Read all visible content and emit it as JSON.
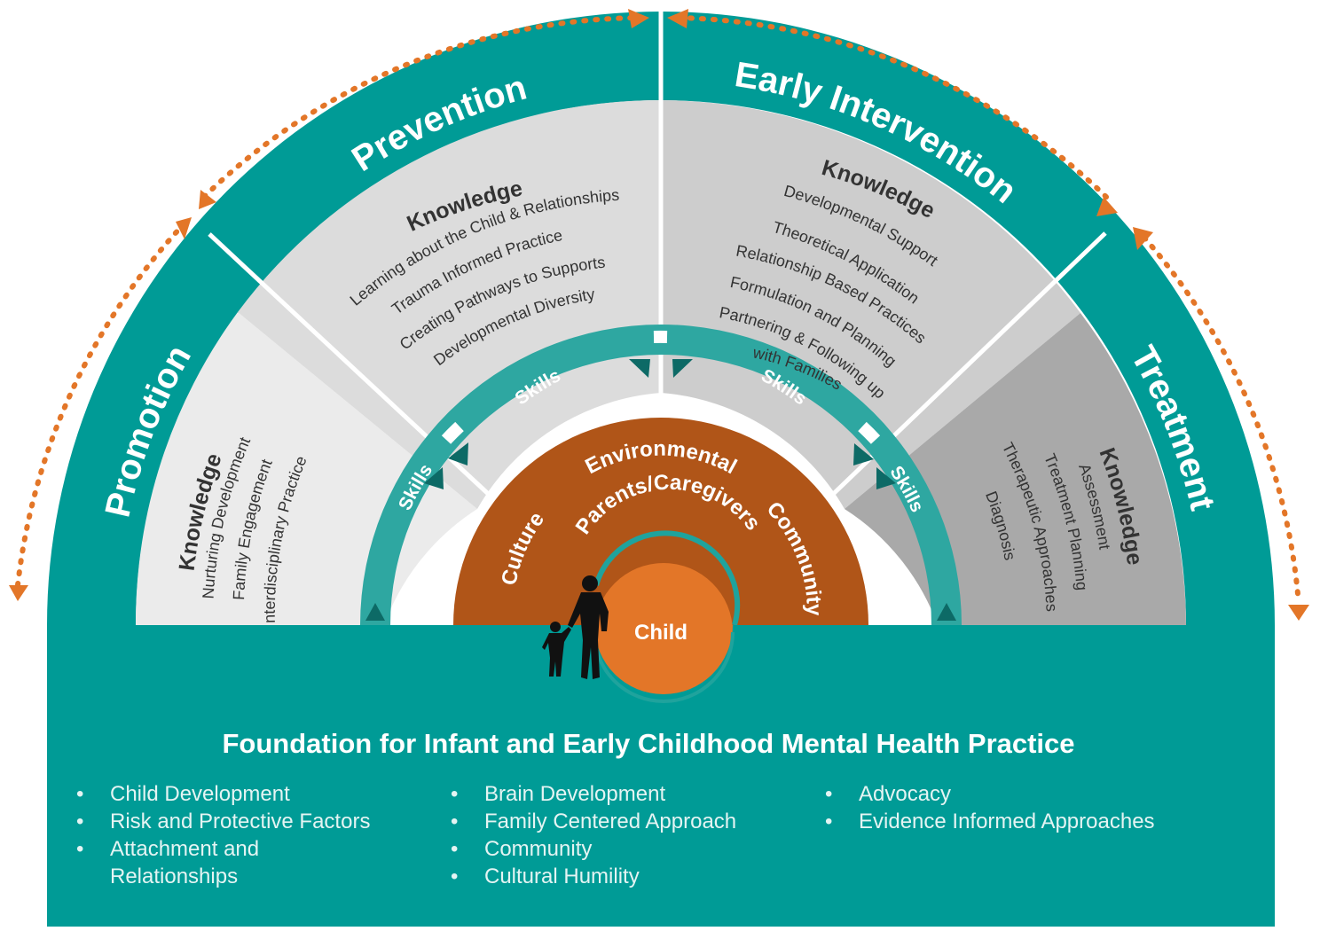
{
  "colors": {
    "teal": "#009b96",
    "teal_light": "#2ea7a1",
    "dark_teal": "#0d6a66",
    "promotion_bg": "#ebebeb",
    "prevention_bg": "#dcdcdc",
    "early_bg": "#cdcdcd",
    "treatment_bg": "#a9a9a9",
    "context_orange": "#b05518",
    "child_orange": "#e37628",
    "arrow_orange": "#e37628"
  },
  "segments": {
    "promotion": {
      "label": "Promotion",
      "knowledge_heading": "Knowledge",
      "knowledge_items": [
        "Nurturing Development",
        "Family Engagement",
        "Interdisciplinary Practice"
      ]
    },
    "prevention": {
      "label": "Prevention",
      "knowledge_heading": "Knowledge",
      "knowledge_items": [
        "Learning about the Child & Relationships",
        "Trauma Informed Practice",
        "Creating Pathways to Supports",
        "Developmental Diversity"
      ]
    },
    "early_intervention": {
      "label": "Early Intervention",
      "knowledge_heading": "Knowledge",
      "knowledge_items": [
        "Developmental Support",
        "Theoretical Application",
        "Relationship Based Practices",
        "Formulation and Planning",
        "Partnering & Following up",
        "with Families"
      ]
    },
    "treatment": {
      "label": "Treatment",
      "knowledge_heading": "Knowledge",
      "knowledge_items": [
        "Assessment",
        "Treatment Planning",
        "Therapeutic Approaches",
        "Diagnosis"
      ]
    }
  },
  "skills_label": "Skills",
  "context": {
    "environmental": "Environmental",
    "culture": "Culture",
    "parents": "Parents/Caregivers",
    "community": "Community"
  },
  "child_label": "Child",
  "icons": {
    "dotted_arrows": "bidirectional-dotted-arrow-icon",
    "silhouette": "parent-child-silhouette-icon"
  },
  "foundation": {
    "title": "Foundation for Infant and Early Childhood Mental Health Practice",
    "columns": [
      [
        "Child Development",
        "Risk and Protective Factors",
        "Attachment and",
        "Relationships"
      ],
      [
        "Brain Development",
        "Family Centered Approach",
        "Community",
        "Cultural Humility"
      ],
      [
        "Advocacy",
        "Evidence Informed Approaches"
      ]
    ],
    "bullet": "•"
  }
}
